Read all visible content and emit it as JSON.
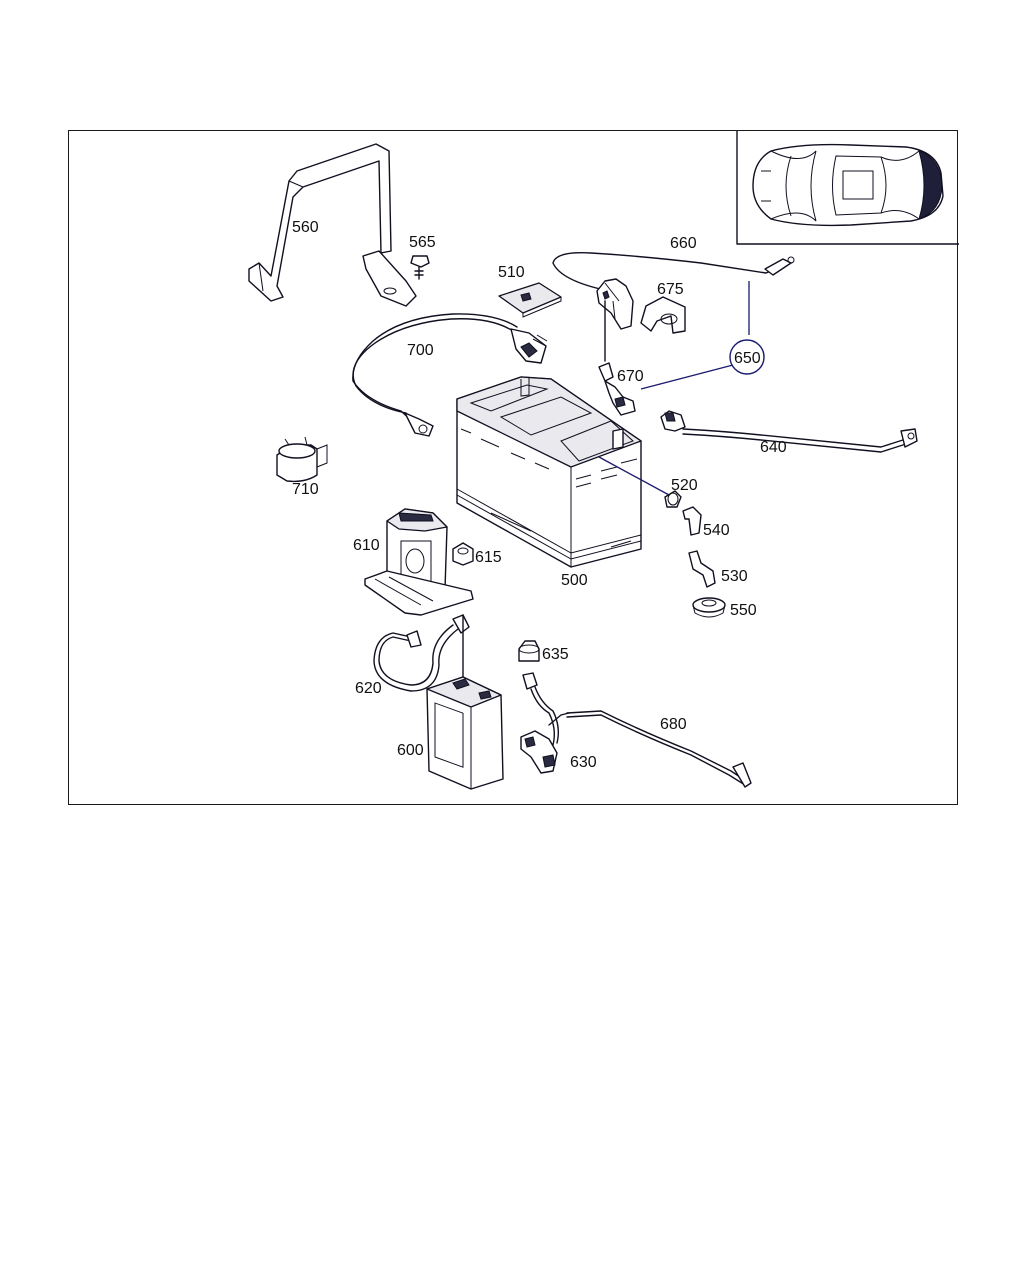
{
  "diagram": {
    "parts": [
      {
        "id": "p500",
        "label": "500"
      },
      {
        "id": "p510",
        "label": "510"
      },
      {
        "id": "p520",
        "label": "520"
      },
      {
        "id": "p530",
        "label": "530"
      },
      {
        "id": "p540",
        "label": "540"
      },
      {
        "id": "p550",
        "label": "550"
      },
      {
        "id": "p560",
        "label": "560"
      },
      {
        "id": "p565",
        "label": "565"
      },
      {
        "id": "p600",
        "label": "600"
      },
      {
        "id": "p610",
        "label": "610"
      },
      {
        "id": "p615",
        "label": "615"
      },
      {
        "id": "p620",
        "label": "620"
      },
      {
        "id": "p630",
        "label": "630"
      },
      {
        "id": "p635",
        "label": "635"
      },
      {
        "id": "p640",
        "label": "640"
      },
      {
        "id": "p650",
        "label": "650"
      },
      {
        "id": "p660",
        "label": "660"
      },
      {
        "id": "p670",
        "label": "670"
      },
      {
        "id": "p675",
        "label": "675"
      },
      {
        "id": "p680",
        "label": "680"
      },
      {
        "id": "p700",
        "label": "700"
      },
      {
        "id": "p710",
        "label": "710"
      }
    ],
    "colors": {
      "line": "#101020",
      "leader": "#1a1a6e",
      "background": "#ffffff"
    },
    "inset": {
      "icon": "car-top-view-icon"
    }
  }
}
